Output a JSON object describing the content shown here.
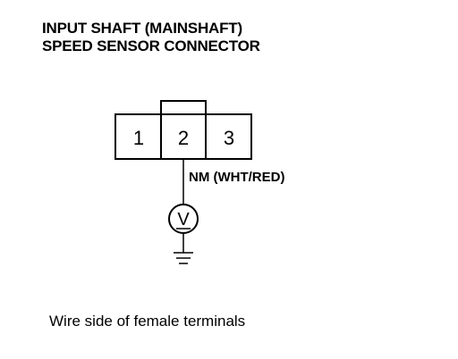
{
  "title": {
    "line1": "INPUT SHAFT (MAINSHAFT)",
    "line2": "SPEED SENSOR CONNECTOR"
  },
  "connector": {
    "pins": [
      "1",
      "2",
      "3"
    ]
  },
  "wire": {
    "label": "NM (WHT/RED)"
  },
  "meter": {
    "symbol": "V"
  },
  "caption": "Wire side of female terminals"
}
